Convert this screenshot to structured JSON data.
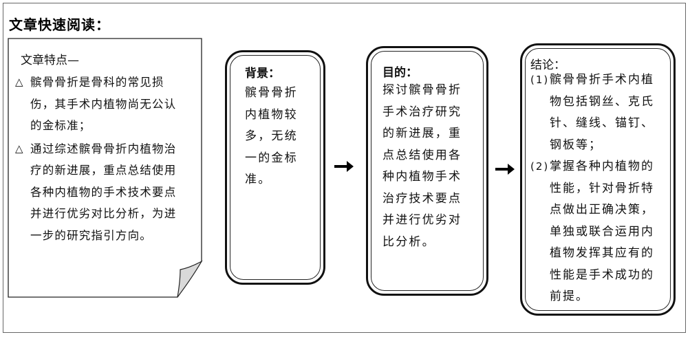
{
  "page_title": "文章快速阅读：",
  "features": {
    "heading": "文章特点—",
    "bullet_symbol": "△",
    "items": [
      "髌骨骨折是骨科的常见损伤，其手术内植物尚无公认的金标准；",
      "通过综述髌骨骨折内植物治疗的新进展，重点总结使用各种内植物的手术技术要点并进行优劣对比分析，为进一步的研究指引方向。"
    ]
  },
  "background": {
    "heading": "背景：",
    "lines": [
      "髌骨骨折",
      "内植物较",
      "多，无统",
      "一的金标",
      "准。"
    ]
  },
  "purpose": {
    "heading": "目的：",
    "lines": [
      "探讨髌骨骨折",
      "手术治疗研究",
      "的新进展，重",
      "点总结使用各",
      "种内植物手术",
      "治疗技术要点",
      "并进行优劣对",
      "比分析。"
    ]
  },
  "conclusion": {
    "heading": "结论：",
    "items": [
      {
        "num": "(1)",
        "lines": [
          "髌骨骨折手术内植",
          "物包括钢丝、克氏",
          "针、缝线、锚钉、",
          "钢板等；"
        ]
      },
      {
        "num": "(2)",
        "lines": [
          "掌握各种内植物的",
          "性能，针对骨折特",
          "点做出正确决策，",
          "单独或联合运用内",
          "植物发挥其应有的",
          "性能是手术成功的",
          "前提。"
        ]
      }
    ]
  },
  "arrows": [
    "right-arrow",
    "right-arrow"
  ]
}
